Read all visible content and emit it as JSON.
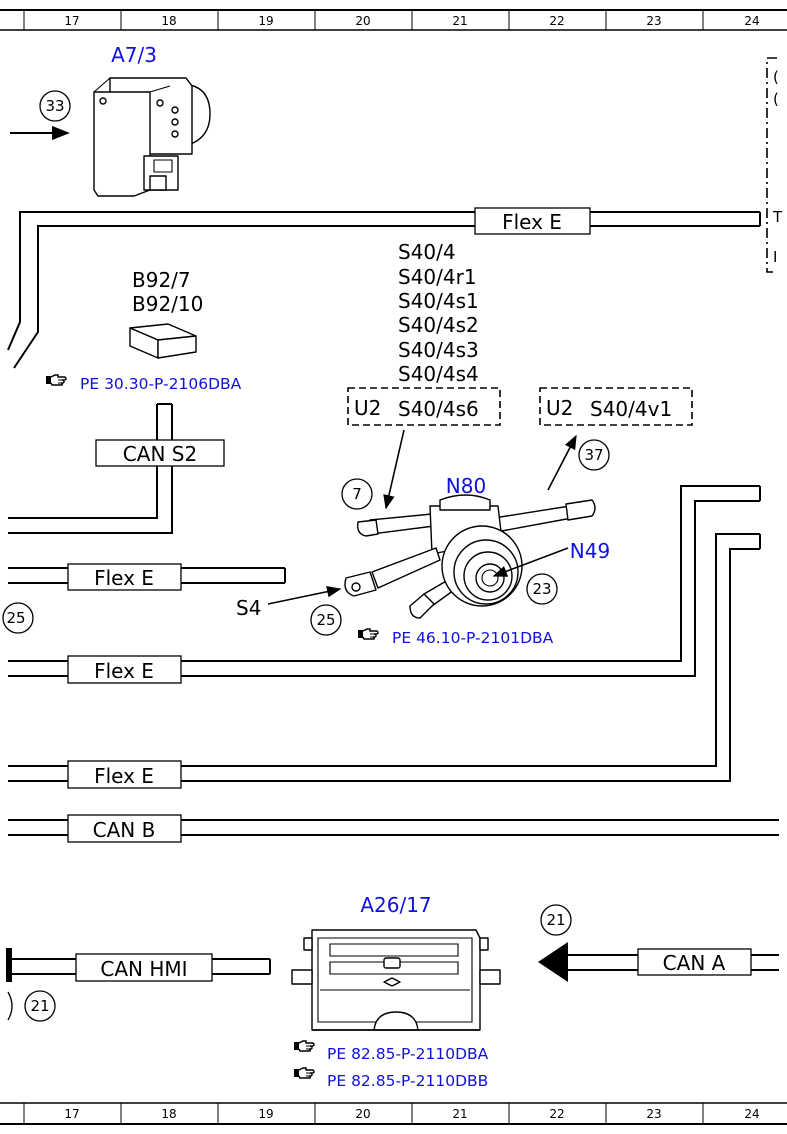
{
  "grid": {
    "columns": [
      "17",
      "18",
      "19",
      "20",
      "21",
      "22",
      "23",
      "24"
    ]
  },
  "components": {
    "a7_3": "A7/3",
    "b92": [
      "B92/7",
      "B92/10"
    ],
    "s40_list": [
      "S40/4",
      "S40/4r1",
      "S40/4s1",
      "S40/4s2",
      "S40/4s3",
      "S40/4s4"
    ],
    "u2_left": "U2",
    "s40_4s6": "S40/4s6",
    "u2_right": "U2",
    "s40_4v1": "S40/4v1",
    "n80": "N80",
    "n49": "N49",
    "s4": "S4",
    "a26_17": "A26/17"
  },
  "callouts": {
    "c33": "33",
    "c7": "7",
    "c37": "37",
    "c23": "23",
    "c25_left": "25",
    "c25_center": "25",
    "c21_top": "21",
    "c21_bottom": "21"
  },
  "buses": {
    "flex_e_top": "Flex E",
    "can_s2": "CAN S2",
    "flex_e_1": "Flex E",
    "flex_e_2": "Flex E",
    "flex_e_3": "Flex E",
    "can_b": "CAN B",
    "can_hmi": "CAN HMI",
    "can_a": "CAN A"
  },
  "references": {
    "ref_b92": "PE 30.30-P-2106DBA",
    "ref_n80": "PE 46.10-P-2101DBA",
    "ref_a26_1": "PE 82.85-P-2110DBA",
    "ref_a26_2": "PE 82.85-P-2110DBB"
  },
  "colors": {
    "link_blue": "#1010e0",
    "line": "#000000"
  }
}
